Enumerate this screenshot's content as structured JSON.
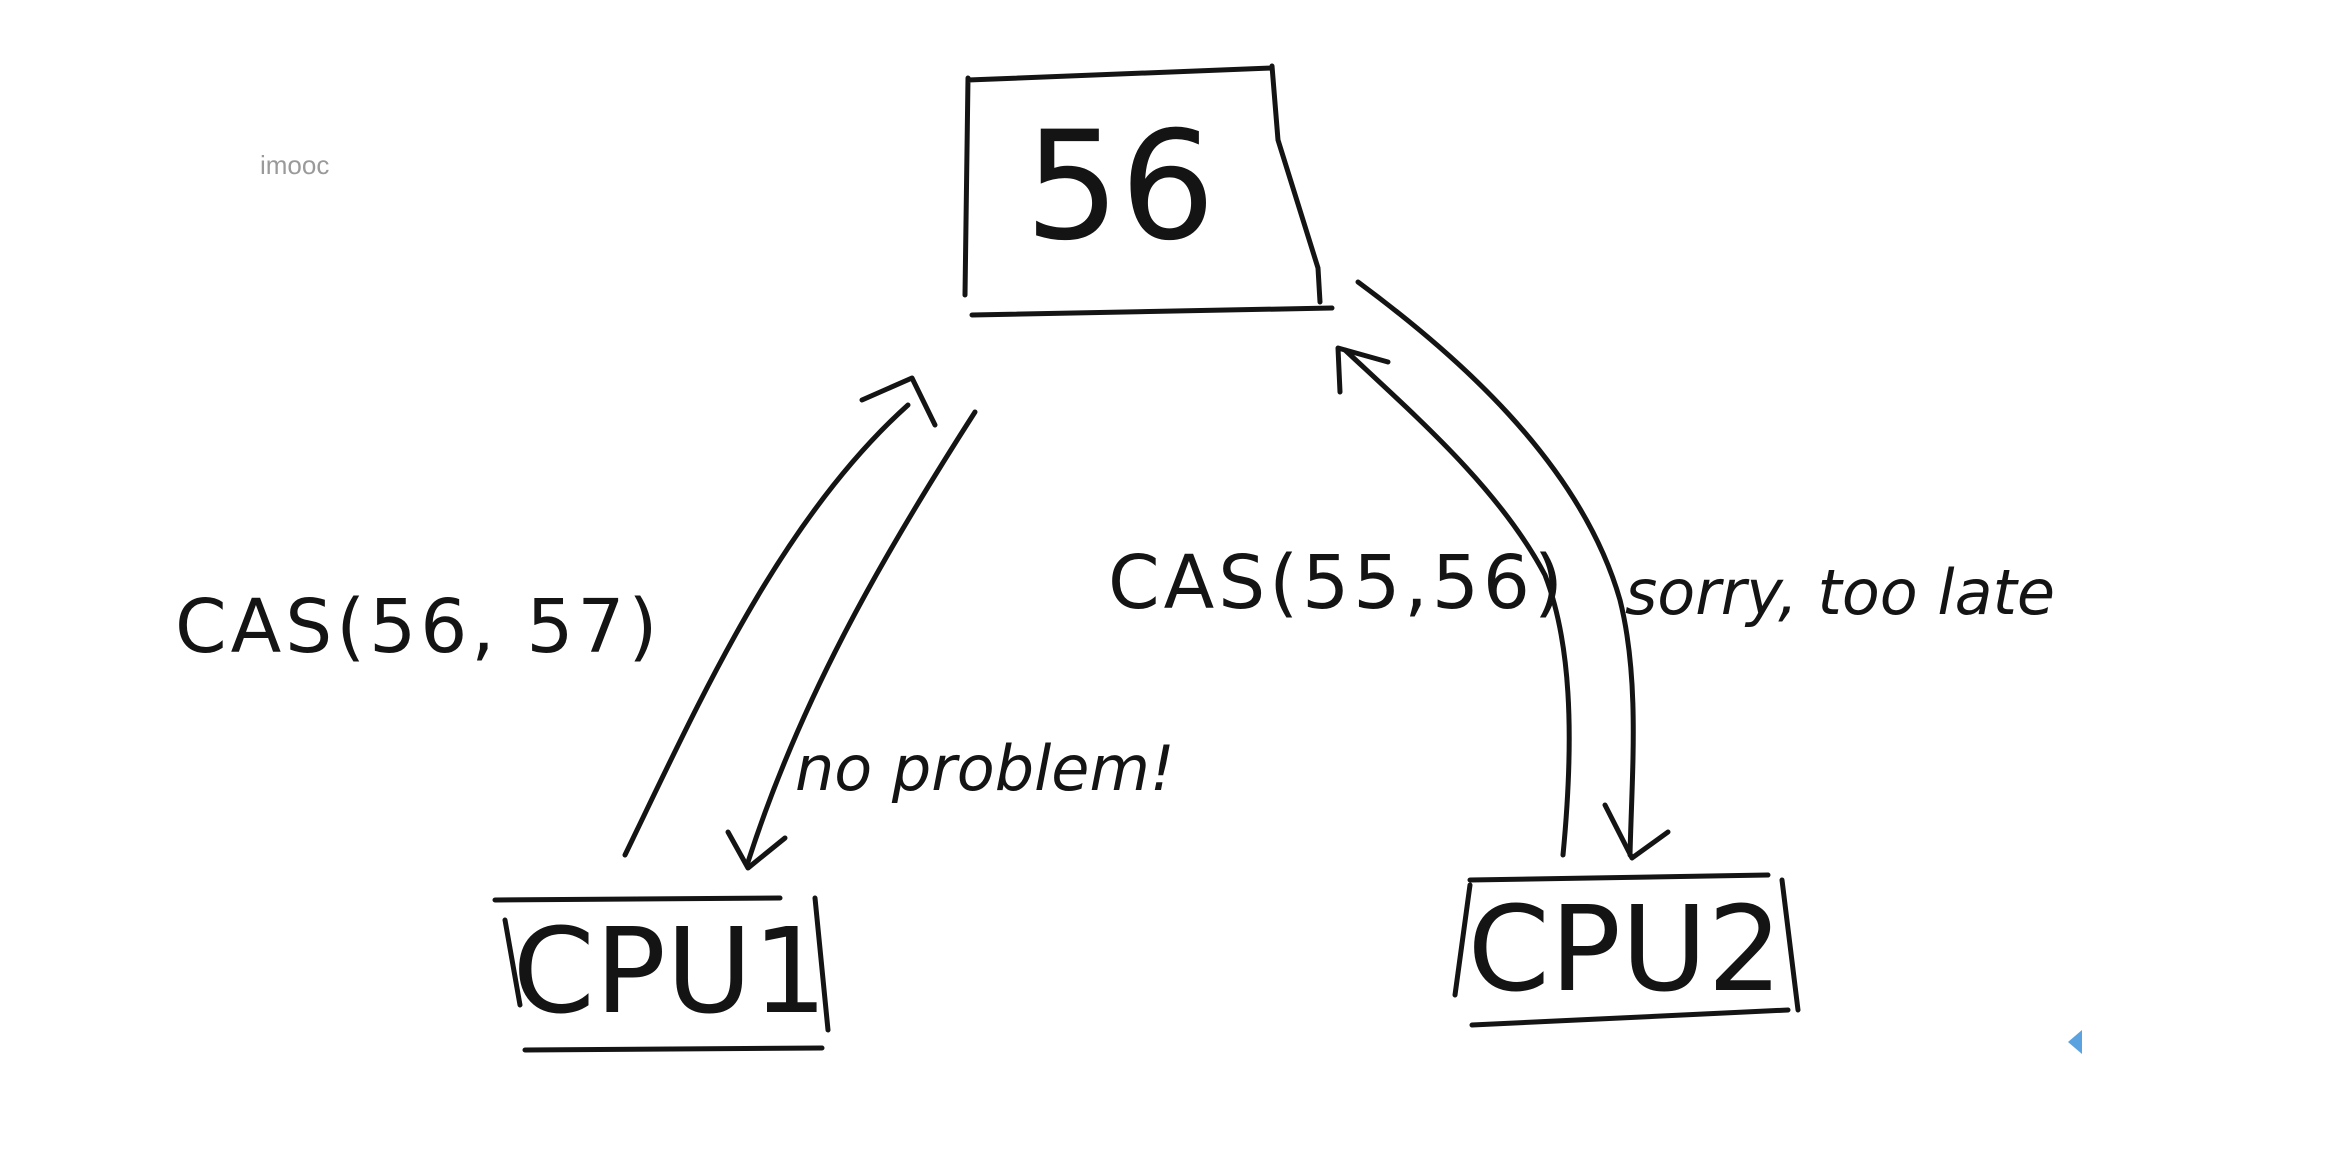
{
  "watermark": "imooc",
  "memory": {
    "value": "56"
  },
  "cpus": [
    {
      "label": "CPU1"
    },
    {
      "label": "CPU2"
    }
  ],
  "calls": [
    {
      "op": "CAS(56, 57)",
      "reply": "no problem!"
    },
    {
      "op": "CAS(55,56)",
      "reply": "sorry, too late"
    }
  ],
  "colors": {
    "ink": "#141414",
    "watermark": "#9a9a9a",
    "nav_arrow": "#5aa2e0"
  },
  "icons": {
    "nav": "left-triangle-icon"
  }
}
